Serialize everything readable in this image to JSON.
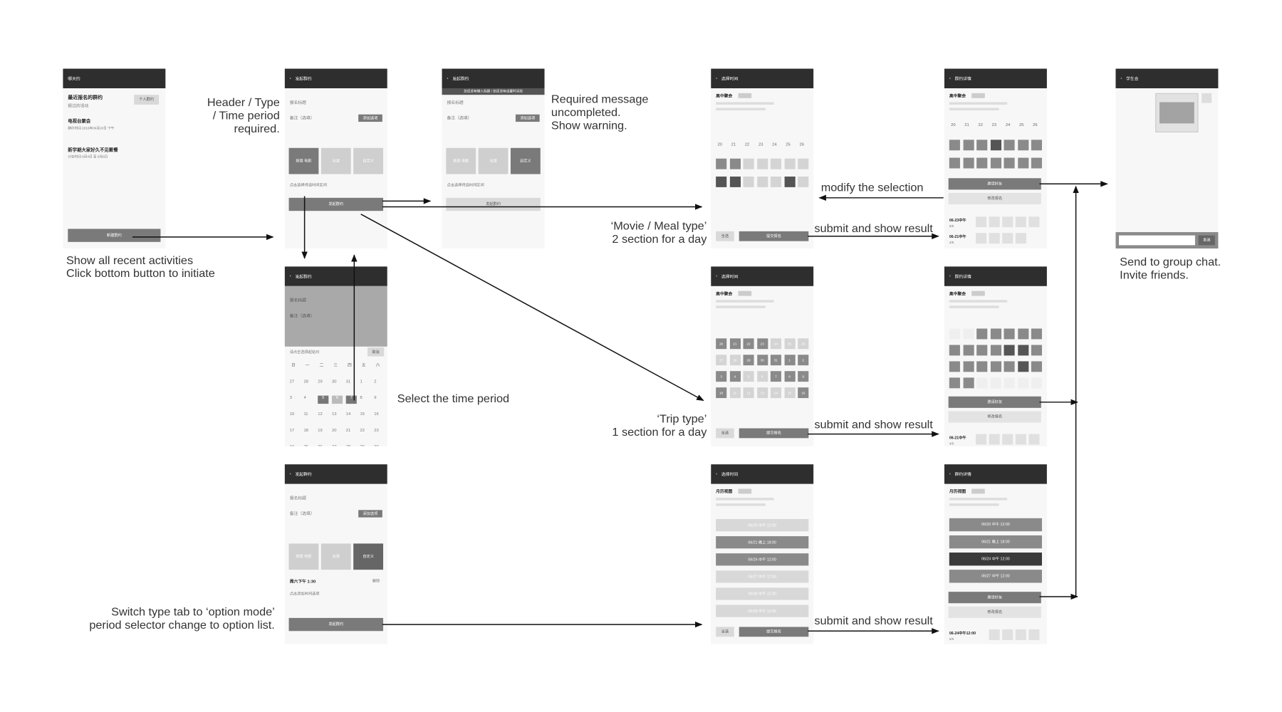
{
  "annotations": {
    "show_recent": [
      "Show all recent activities",
      "Click bottom button to initiate"
    ],
    "header_required": [
      "Header / Type",
      "/ Time period",
      "required."
    ],
    "required_warning": [
      "Required message",
      "uncompleted.",
      "Show warning."
    ],
    "select_time": "Select the time period",
    "switch_type": [
      "Switch type tab to ‘option mode’",
      "period selector change to option list."
    ],
    "movie_meal": [
      "‘Movie / Meal type’",
      "2 section for a day"
    ],
    "trip_type": [
      "‘Trip type’",
      "1 section for a day"
    ],
    "modify_selection": "modify the selection",
    "submit_result_1": "submit and show result",
    "submit_result_2": "submit and show result",
    "submit_result_3": "submit and show result",
    "send_group": [
      "Send to group chat.",
      "Invite friends."
    ]
  },
  "screens": {
    "home": {
      "title": "哪天约",
      "section": "最近报名的群约",
      "sub": "报过的活动",
      "chip": "个人群约",
      "item1": "电视台聚会",
      "item1_meta": "群约时间 2016年06月20日 下午",
      "item2": "新学期大家好久不见聚餐",
      "item2_meta": "计划时间 9月4日 至 9月6日",
      "new_btn": "新建群约"
    },
    "create": {
      "title": "发起群约",
      "field_title": "报名标题",
      "field_note": "备注（选填）",
      "add_btn": "添加选项",
      "tab1": "按周 电影",
      "tab2": "出游",
      "tab3": "自定义",
      "period_hint": "点击选择待选时间区间",
      "submit": "发起群约"
    },
    "warning": {
      "title": "发起群约",
      "warn": "您还没有输入标题 / 您还没有设置时间段"
    },
    "picker": {
      "title": "发起群约",
      "hint": "请点击选择起始日",
      "cancel": "取消",
      "weekdays": [
        "日",
        "一",
        "二",
        "三",
        "四",
        "五",
        "六"
      ]
    },
    "option": {
      "title": "发起群约",
      "time_label": "周六下午 1:30",
      "delete": "删除",
      "add_hint": "点击添加时间选项",
      "submit": "发起群约"
    },
    "select_a": {
      "title": "选择时间",
      "event": "高中聚会",
      "days": [
        "20",
        "21",
        "22",
        "23",
        "24",
        "25",
        "26"
      ],
      "all": "全选",
      "submit": "提交报名"
    },
    "select_b": {
      "title": "选择时间",
      "event": "高中聚会",
      "all": "全选",
      "submit": "提交报名"
    },
    "select_c": {
      "title": "选择时间",
      "event": "月历视图",
      "options": [
        "06/20 中午 12:00",
        "06/21 晚上 18:00",
        "06/24 中午 12:00",
        "06/27 中午 12:00",
        "06/28 中午 12:00",
        "06/29 中午 12:00"
      ],
      "all": "全选",
      "submit": "提交报名"
    },
    "detail_a": {
      "title": "群约详情",
      "event": "高中聚会",
      "days": [
        "20",
        "21",
        "22",
        "23",
        "24",
        "25",
        "26"
      ],
      "invite": "邀请好友",
      "modify": "修改报名",
      "r1": "06-23中午",
      "r1c": "5/5",
      "r2": "06-21中午",
      "r2c": "4/5"
    },
    "detail_b": {
      "title": "群约详情",
      "event": "高中聚会",
      "invite": "邀请好友",
      "modify": "修改报名",
      "r1": "06-21中午",
      "r1c": "4/5"
    },
    "detail_c": {
      "title": "群约详情",
      "event": "月历视图",
      "options": [
        "06/20 中午 12:00",
        "06/21 晚上 18:00",
        "06/24 中午 12:00",
        "06/27 中午 12:00"
      ],
      "invite": "邀请好友",
      "modify": "修改报名",
      "r1": "06-24中午12:00",
      "r1c": "5/5"
    },
    "chat": {
      "title": "学生会",
      "send": "发送"
    }
  }
}
